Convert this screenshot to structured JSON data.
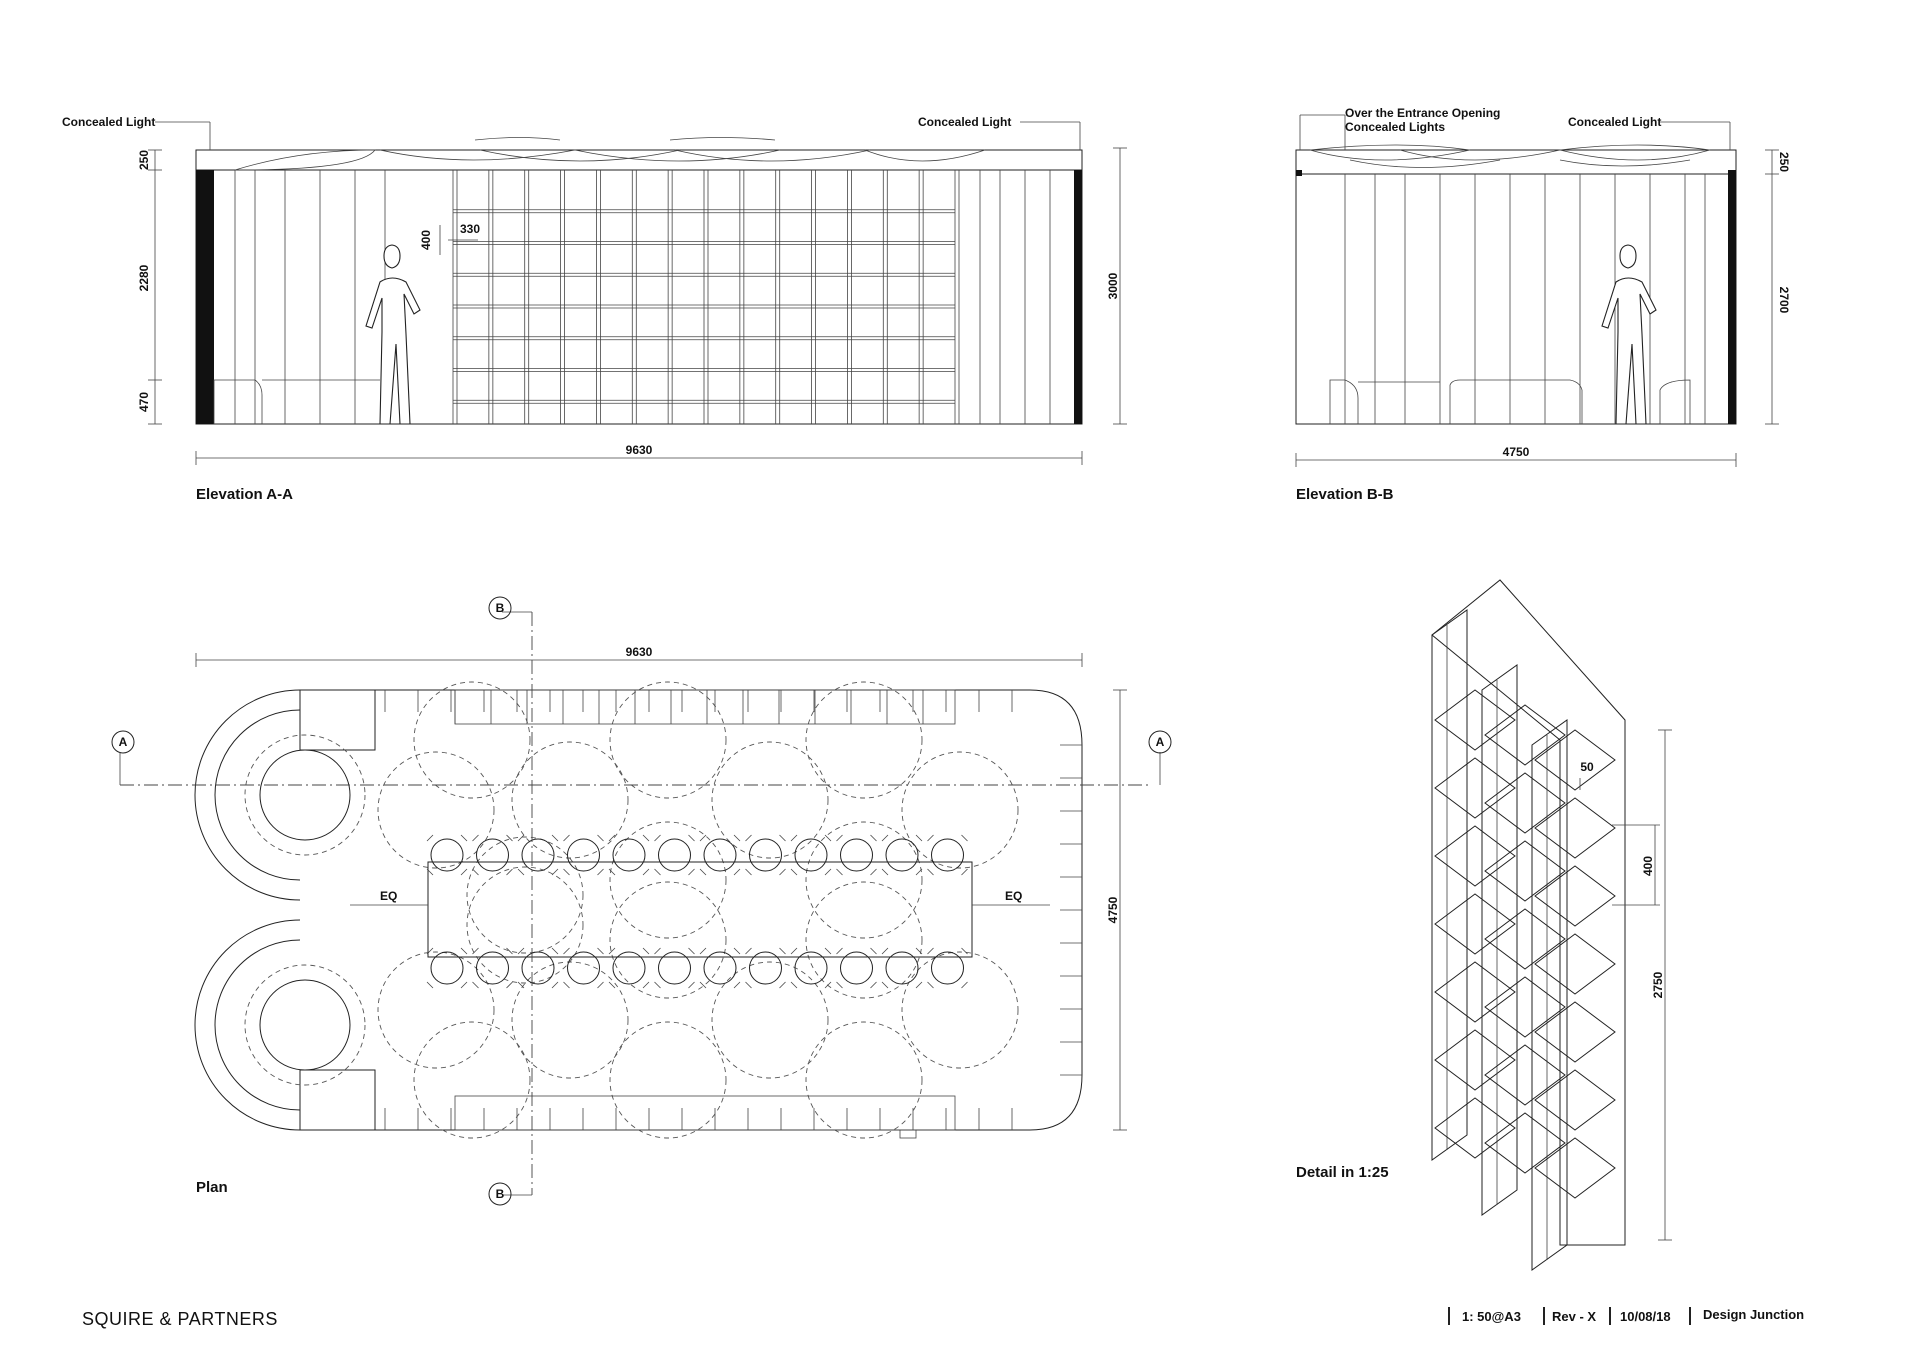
{
  "elevation_a": {
    "title": "Elevation A-A",
    "label_left": "Concealed Light",
    "label_right": "Concealed Light",
    "dim_total_width": "9630",
    "dim_height": "3000",
    "dim_top": "250",
    "dim_mid": "2280",
    "dim_bottom": "470",
    "dim_cell_h": "400",
    "dim_cell_w": "330"
  },
  "elevation_b": {
    "title": "Elevation B-B",
    "label_left_1": "Over the Entrance Opening",
    "label_left_2": "Concealed Lights",
    "label_right": "Concealed Light",
    "dim_total_width": "4750",
    "dim_top": "250",
    "dim_height": "2700"
  },
  "plan": {
    "title": "Plan",
    "dim_width": "9630",
    "dim_depth": "4750",
    "eq_left": "EQ",
    "eq_right": "EQ",
    "section_a": "A",
    "section_b": "B"
  },
  "detail": {
    "title": "Detail in 1:25",
    "dim_thickness": "50",
    "dim_spacing": "400",
    "dim_height": "2750"
  },
  "footer": {
    "brand": "SQUIRE & PARTNERS",
    "scale": "1: 50@A3",
    "revision": "Rev - X",
    "date": "10/08/18",
    "project": "Design Junction"
  }
}
